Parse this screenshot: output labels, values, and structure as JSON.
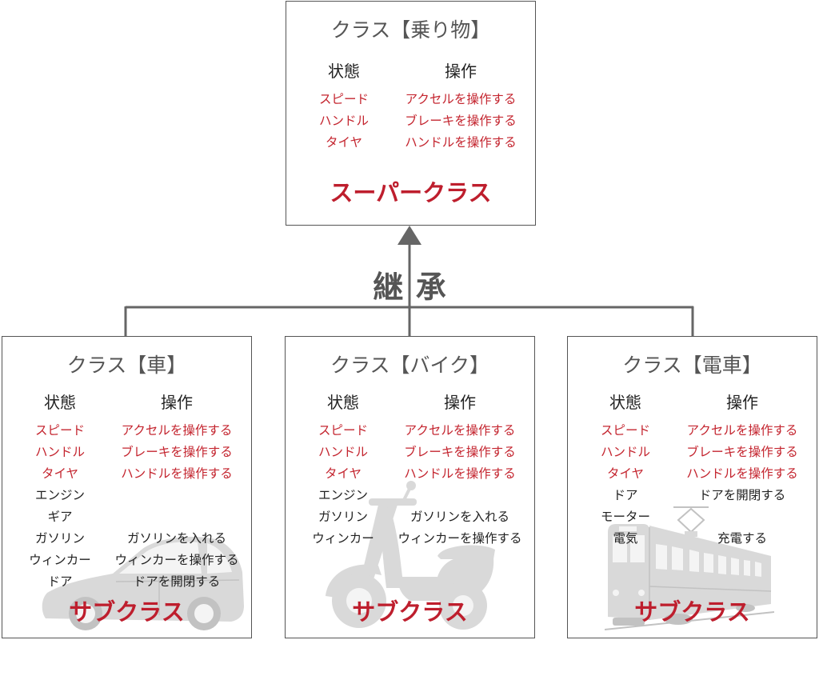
{
  "colors": {
    "border": "#555555",
    "title_text": "#555555",
    "header_text": "#222222",
    "common_member_text": "#c4252f",
    "own_member_text": "#222222",
    "class_label_text": "#be1e2d",
    "connector": "#666666",
    "illustration": "#d9d9d9",
    "illustration_highlight": "#f4f4f4",
    "illustration_detail": "#c2c2c2"
  },
  "superclass": {
    "title": "クラス【乗り物】",
    "state_header": "状態",
    "operation_header": "操作",
    "rows": [
      {
        "state": "スピード",
        "operation": "アクセルを操作する"
      },
      {
        "state": "ハンドル",
        "operation": "ブレーキを操作する"
      },
      {
        "state": "タイヤ",
        "operation": "ハンドルを操作する"
      }
    ],
    "label": "スーパークラス"
  },
  "inheritance_label": "継 承",
  "subclasses": [
    {
      "title": "クラス【車】",
      "state_header": "状態",
      "operation_header": "操作",
      "inherited_rows": [
        {
          "state": "スピード",
          "operation": "アクセルを操作する"
        },
        {
          "state": "ハンドル",
          "operation": "ブレーキを操作する"
        },
        {
          "state": "タイヤ",
          "operation": "ハンドルを操作する"
        }
      ],
      "own_rows": [
        {
          "state": "エンジン"
        },
        {
          "state": "ギア"
        },
        {
          "state": "ガソリン",
          "operation": "ガソリンを入れる"
        },
        {
          "state": "ウィンカー",
          "operation": "ウィンカーを操作する"
        },
        {
          "state": "ドア",
          "operation": "ドアを開閉する"
        }
      ],
      "label": "サブクラス",
      "illustration": "car-silhouette"
    },
    {
      "title": "クラス【バイク】",
      "state_header": "状態",
      "operation_header": "操作",
      "inherited_rows": [
        {
          "state": "スピード",
          "operation": "アクセルを操作する"
        },
        {
          "state": "ハンドル",
          "operation": "ブレーキを操作する"
        },
        {
          "state": "タイヤ",
          "operation": "ハンドルを操作する"
        }
      ],
      "own_rows": [
        {
          "state": "エンジン"
        },
        {
          "state": "ガソリン",
          "operation": "ガソリンを入れる"
        },
        {
          "state": "ウィンカー",
          "operation": "ウィンカーを操作する"
        }
      ],
      "label": "サブクラス",
      "illustration": "scooter-silhouette"
    },
    {
      "title": "クラス【電車】",
      "state_header": "状態",
      "operation_header": "操作",
      "inherited_rows": [
        {
          "state": "スピード",
          "operation": "アクセルを操作する"
        },
        {
          "state": "ハンドル",
          "operation": "ブレーキを操作する"
        },
        {
          "state": "タイヤ",
          "operation": "ハンドルを操作する"
        }
      ],
      "own_rows": [
        {
          "state": "ドア",
          "operation": "ドアを開閉する"
        },
        {
          "state": "モーター"
        },
        {
          "state": "電気",
          "operation": "充電する"
        }
      ],
      "label": "サブクラス",
      "illustration": "train-silhouette"
    }
  ]
}
